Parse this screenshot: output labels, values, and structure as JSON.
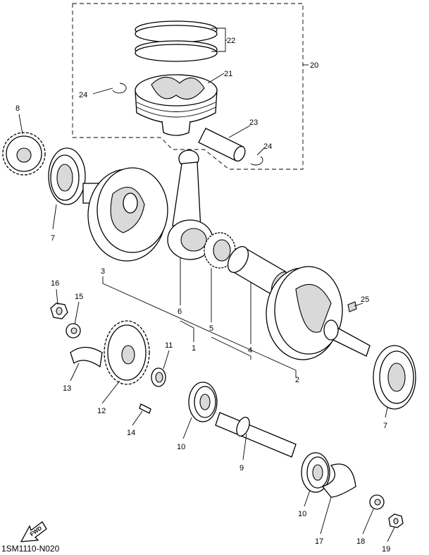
{
  "diagram": {
    "code": "1SM1110-N020",
    "fwd_label": "FWD",
    "callouts": {
      "c22": "22",
      "c20": "20",
      "c21": "21",
      "c24a": "24",
      "c23": "23",
      "c24b": "24",
      "c8": "8",
      "c7a": "7",
      "c3": "3",
      "c6": "6",
      "c5": "5",
      "c1": "1",
      "c4": "4",
      "c25": "25",
      "c16": "16",
      "c15": "15",
      "c11": "11",
      "c13": "13",
      "c12": "12",
      "c14": "14",
      "c10a": "10",
      "c9": "9",
      "c2": "2",
      "c7b": "7",
      "c10b": "10",
      "c17": "17",
      "c18": "18",
      "c19": "19"
    }
  }
}
